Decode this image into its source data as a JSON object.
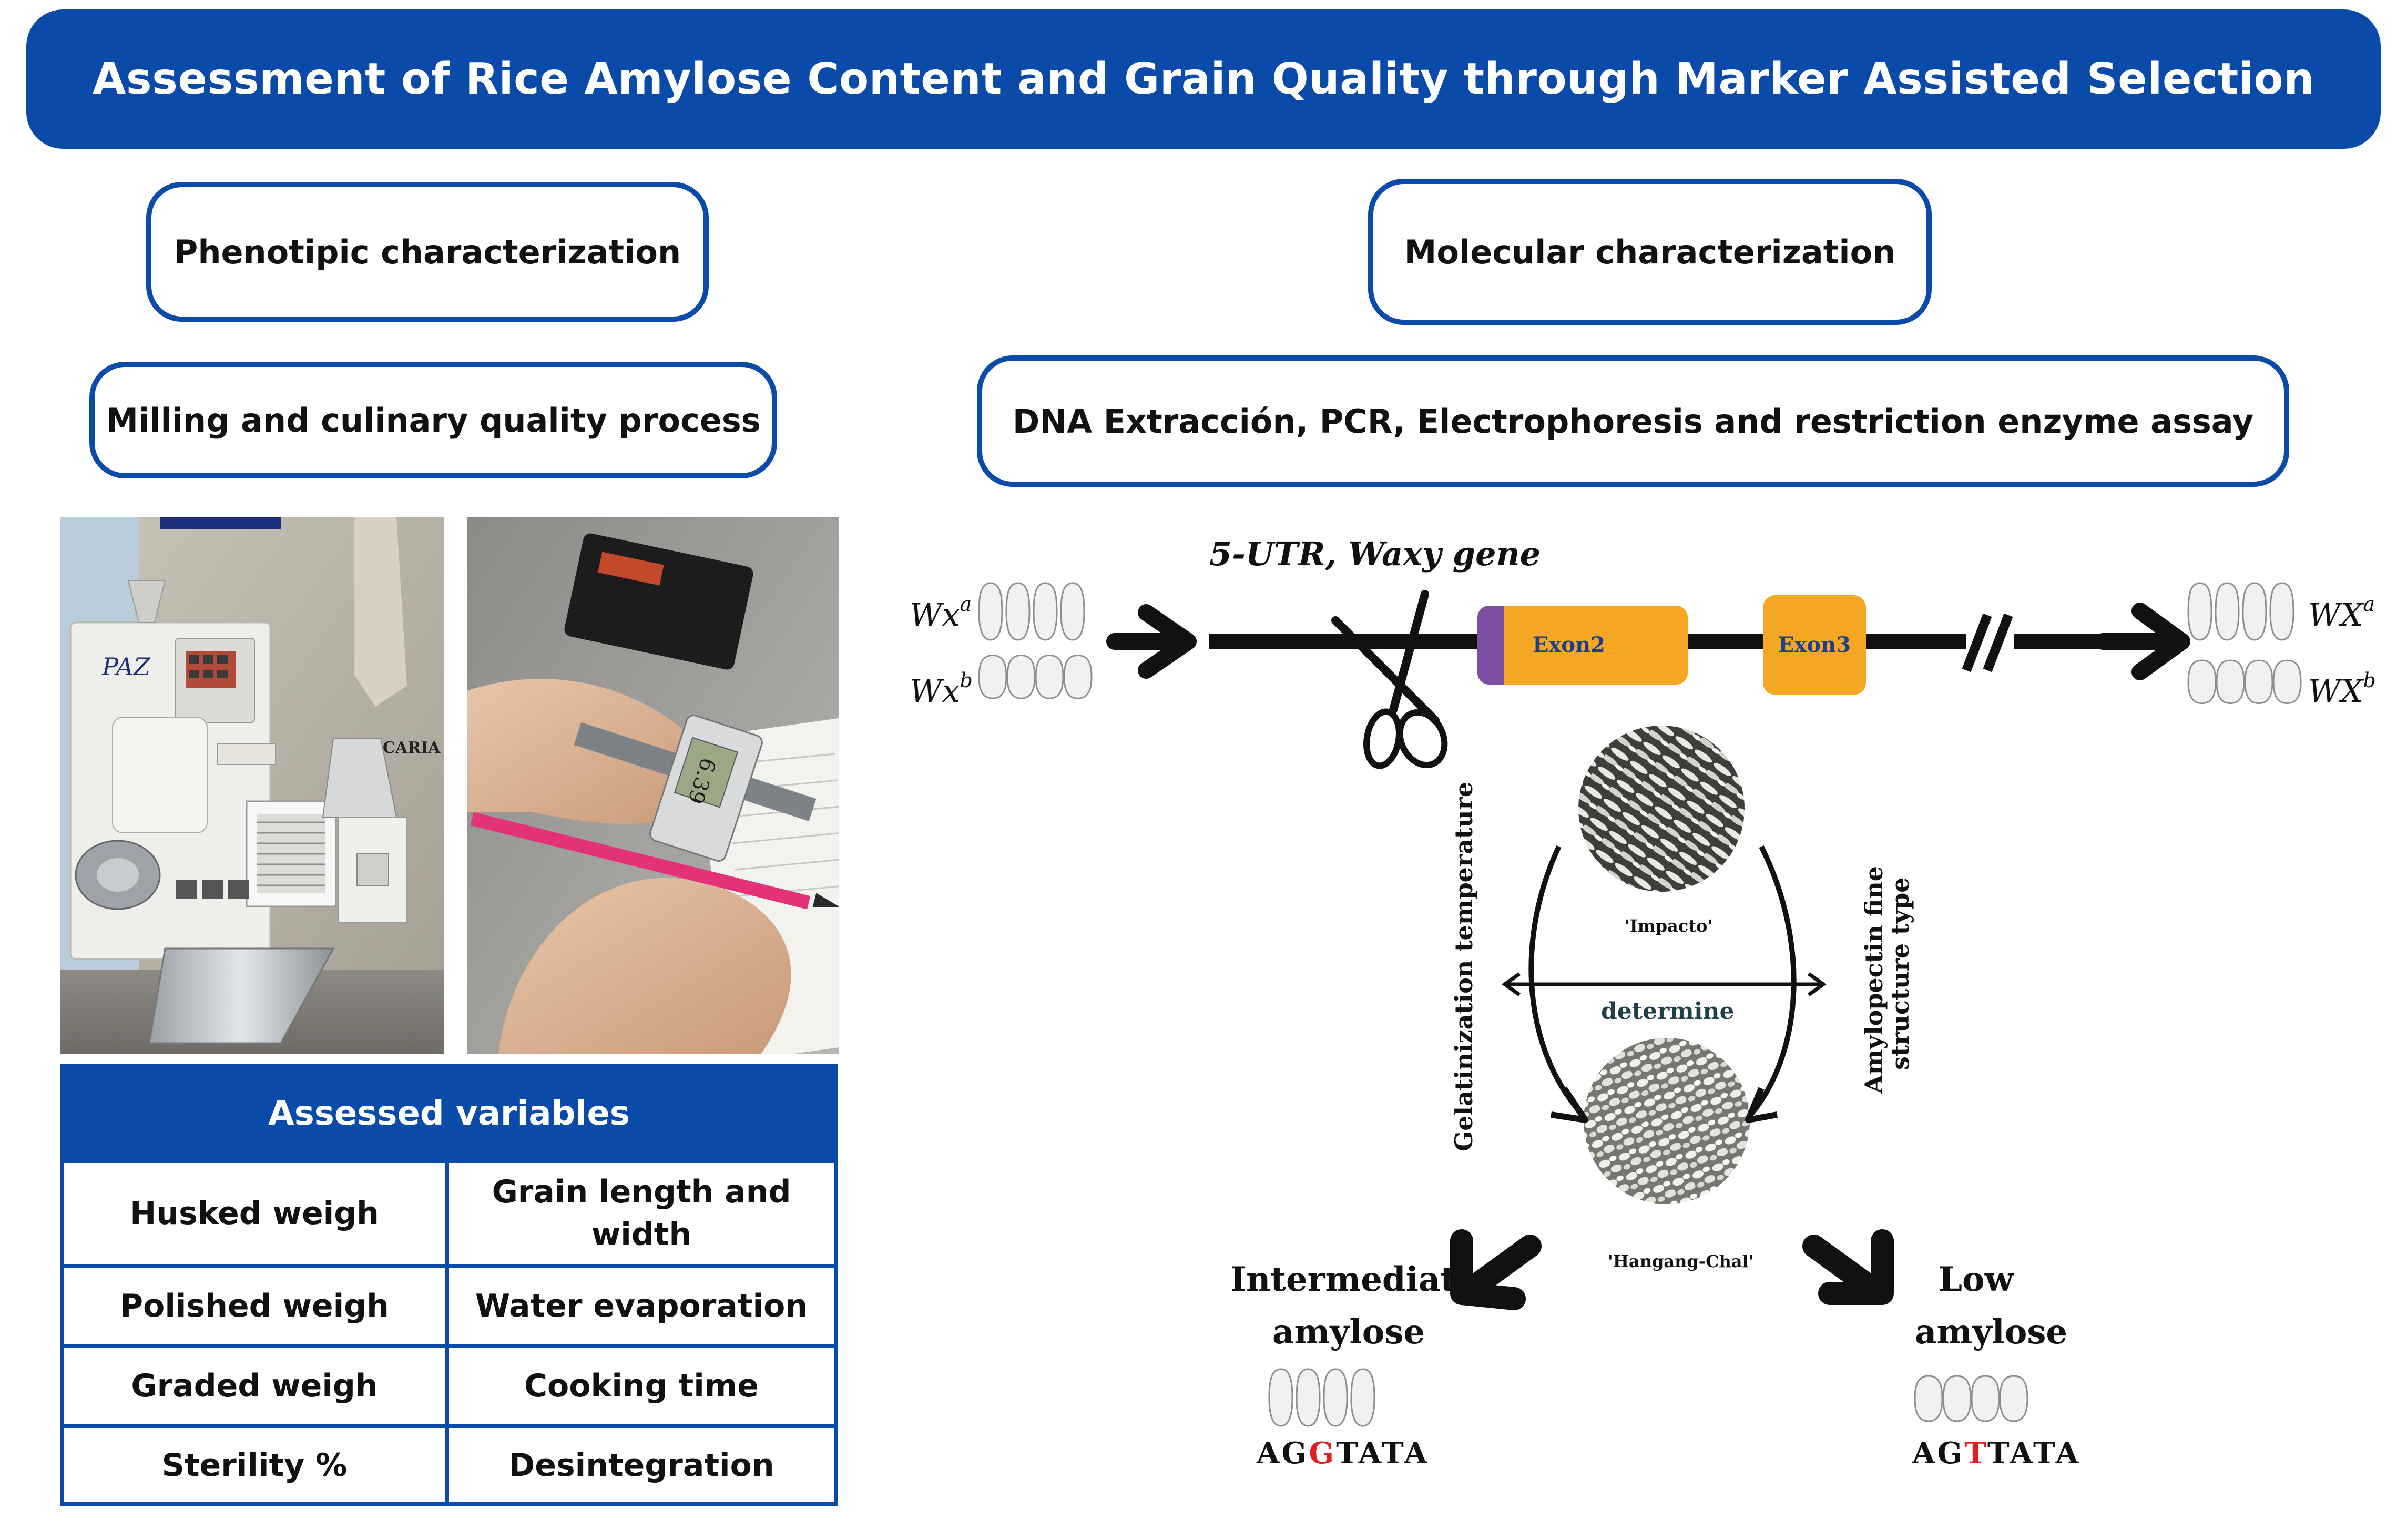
{
  "title": "Assessment of Rice Amylose Content and Grain Quality through Marker Assisted Selection",
  "left": {
    "heading": "Phenotipic characterization",
    "process": "Milling and culinary quality process",
    "photo_mill_brand": "PAZ",
    "photo_mill_label": "ZACCARIA",
    "caliper_reading": "6.39",
    "variables": {
      "header": "Assessed variables",
      "rows": [
        [
          "Husked weigh",
          "Grain length and width"
        ],
        [
          "Polished weigh",
          "Water evaporation"
        ],
        [
          "Graded weigh",
          "Cooking time"
        ],
        [
          "Sterility %",
          "Desintegration"
        ]
      ]
    }
  },
  "right": {
    "heading": "Molecular characterization",
    "process": "DNA Extracción, PCR, Electrophoresis and restriction enzyme assay",
    "gene_label": "5-UTR, Waxy gene",
    "exon2": "Exon2",
    "exon3": "Exon3",
    "allele_left_a": "Wx",
    "allele_left_a_sup": "a",
    "allele_left_b": "Wx",
    "allele_left_b_sup": "b",
    "allele_right_a": "WX",
    "allele_right_a_sup": "a",
    "allele_right_b": "WX",
    "allele_right_b_sup": "b",
    "variety_top": "'Impacto'",
    "variety_bottom": "'Hangang-Chal'",
    "determine": "determine",
    "left_axis": "Gelatinization temperature",
    "right_axis_line1": "Amylopectin fine",
    "right_axis_line2": "structure type",
    "outcome_left_line1": "Intermediate",
    "outcome_left_line2": "amylose",
    "outcome_right_line1": "Low",
    "outcome_right_line2": "amylose",
    "seq_left": {
      "pre": "AG",
      "snp": "G",
      "post": "TATA"
    },
    "seq_right": {
      "pre": "AG",
      "snp": "T",
      "post": "TATA"
    }
  },
  "colors": {
    "primary_blue": "#0a4aa8",
    "exon_orange": "#f5a623",
    "exon_purple": "#7b4fa3",
    "snp_red": "#e02020"
  }
}
